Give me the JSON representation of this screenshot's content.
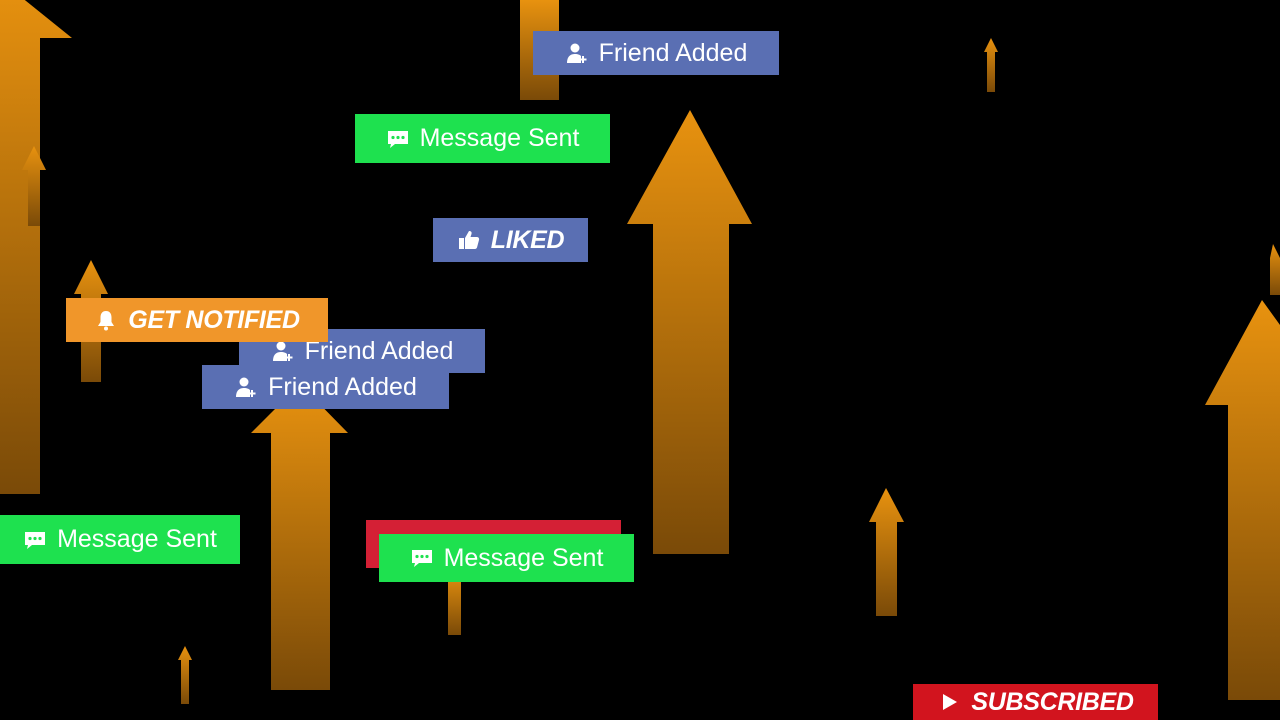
{
  "colors": {
    "background": "#000000",
    "arrow_top": "#e8920f",
    "arrow_bottom": "#7a4a08",
    "friend_added": "#5a6fb3",
    "message_sent": "#1ee14f",
    "liked": "#5a6fb3",
    "get_notified": "#f0962a",
    "video_hidden": "#d42035",
    "subscribed": "#d2141e",
    "text": "#ffffff"
  },
  "badges": {
    "friend_added_1": {
      "label": "Friend Added",
      "icon": "add-user-icon"
    },
    "message_sent_1": {
      "label": "Message Sent",
      "icon": "chat-bubble-icon"
    },
    "liked": {
      "label": "LIKED",
      "icon": "thumbs-up-icon"
    },
    "get_notified": {
      "label": "GET NOTIFIED",
      "icon": "bell-icon"
    },
    "friend_added_2": {
      "label": "Friend Added",
      "icon": "add-user-icon"
    },
    "friend_added_3": {
      "label": "Friend Added",
      "icon": "add-user-icon"
    },
    "message_sent_2": {
      "label": "Message Sent",
      "icon": "chat-bubble-icon"
    },
    "video_hidden": {
      "label": "",
      "icon": ""
    },
    "message_sent_3": {
      "label": "Message Sent",
      "icon": "chat-bubble-icon"
    },
    "subscribed": {
      "label": "SUBSCRIBED",
      "icon": "play-icon"
    }
  }
}
